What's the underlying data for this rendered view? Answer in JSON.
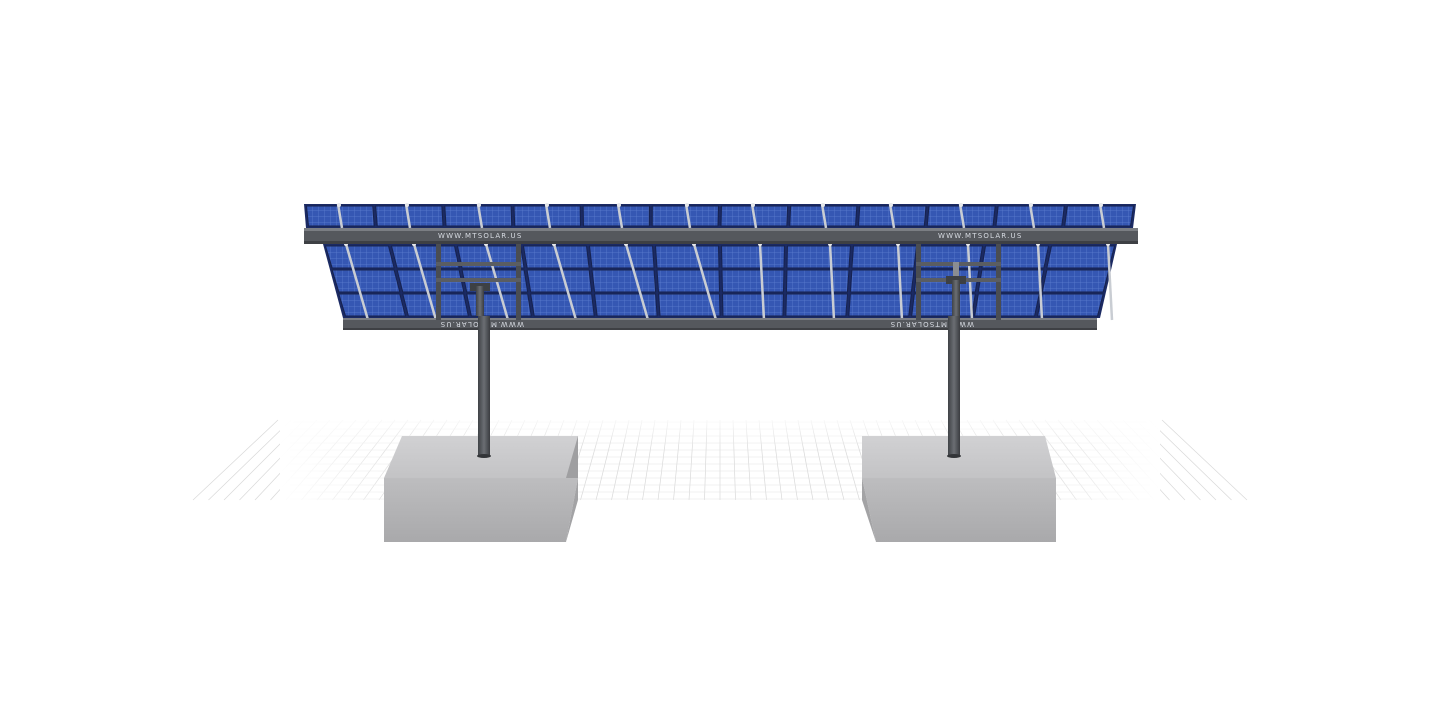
{
  "scene": {
    "subject": "solar panel ground mount",
    "upper_beam_labels": [
      "WWW.MTSOLAR.US",
      "WWW.MTSOLAR.US"
    ],
    "lower_beam_labels": [
      "WWW.MTSOLAR.US",
      "WWW.MTSOLAR.US"
    ],
    "colors": {
      "background": "#ffffff",
      "panel_cell": "#2f4fa6",
      "panel_cell_dark": "#1d3277",
      "frame_steel": "#5b5e63",
      "rail_silver": "#c9cdd3",
      "concrete": "#b9b9bb",
      "grid_line": "#dcdcdc"
    }
  }
}
